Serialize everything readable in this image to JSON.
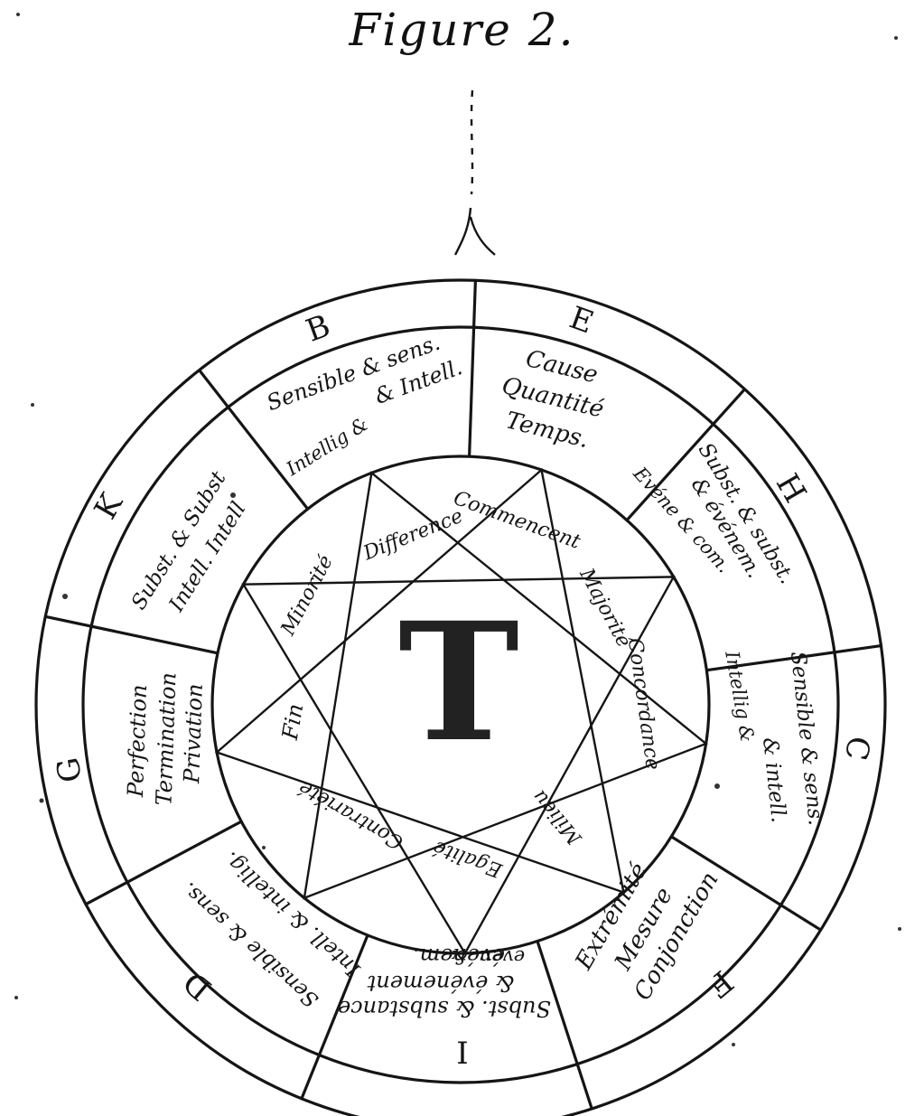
{
  "title": "Figure 2.",
  "center_letter": "T",
  "outer_letters": {
    "B": "B",
    "E": "E",
    "H": "H",
    "C": "C",
    "F": "F",
    "I": "I",
    "D": "D",
    "G": "G",
    "K": "K"
  },
  "compartments": {
    "B": [
      "Sensible & sens.",
      "& Intell."
    ],
    "E": [
      "Cause",
      "Quantité",
      "Temps."
    ],
    "H": [
      "Subst. & subst.",
      "& événem."
    ],
    "C": [
      "Sensible & sens.",
      "& intell."
    ],
    "F": [
      "Conjonction",
      "Mesure",
      "Extrémité"
    ],
    "I": [
      "Subst. & substance",
      "& événement",
      "événem."
    ],
    "D": [
      "Sensible & sens.",
      "Intell. & intellig."
    ],
    "G": [
      "Perfection",
      "Termination",
      "Privation"
    ],
    "K": [
      "Subst. & Subst",
      "Intell. Intell"
    ]
  },
  "star_labels": {
    "intellig": "Intellig &",
    "evene_com": "Evéne & com.",
    "intellig_2": "Intellig &",
    "even": "even. &",
    "difference": "Difference",
    "commencement": "Commencent",
    "minorite": "Minorité",
    "majorite": "Majorité",
    "concordance": "Concordance",
    "fin": "Fin",
    "contrariete": "Contrariété",
    "egalite": "Egalité",
    "milieu": "Milieu"
  }
}
